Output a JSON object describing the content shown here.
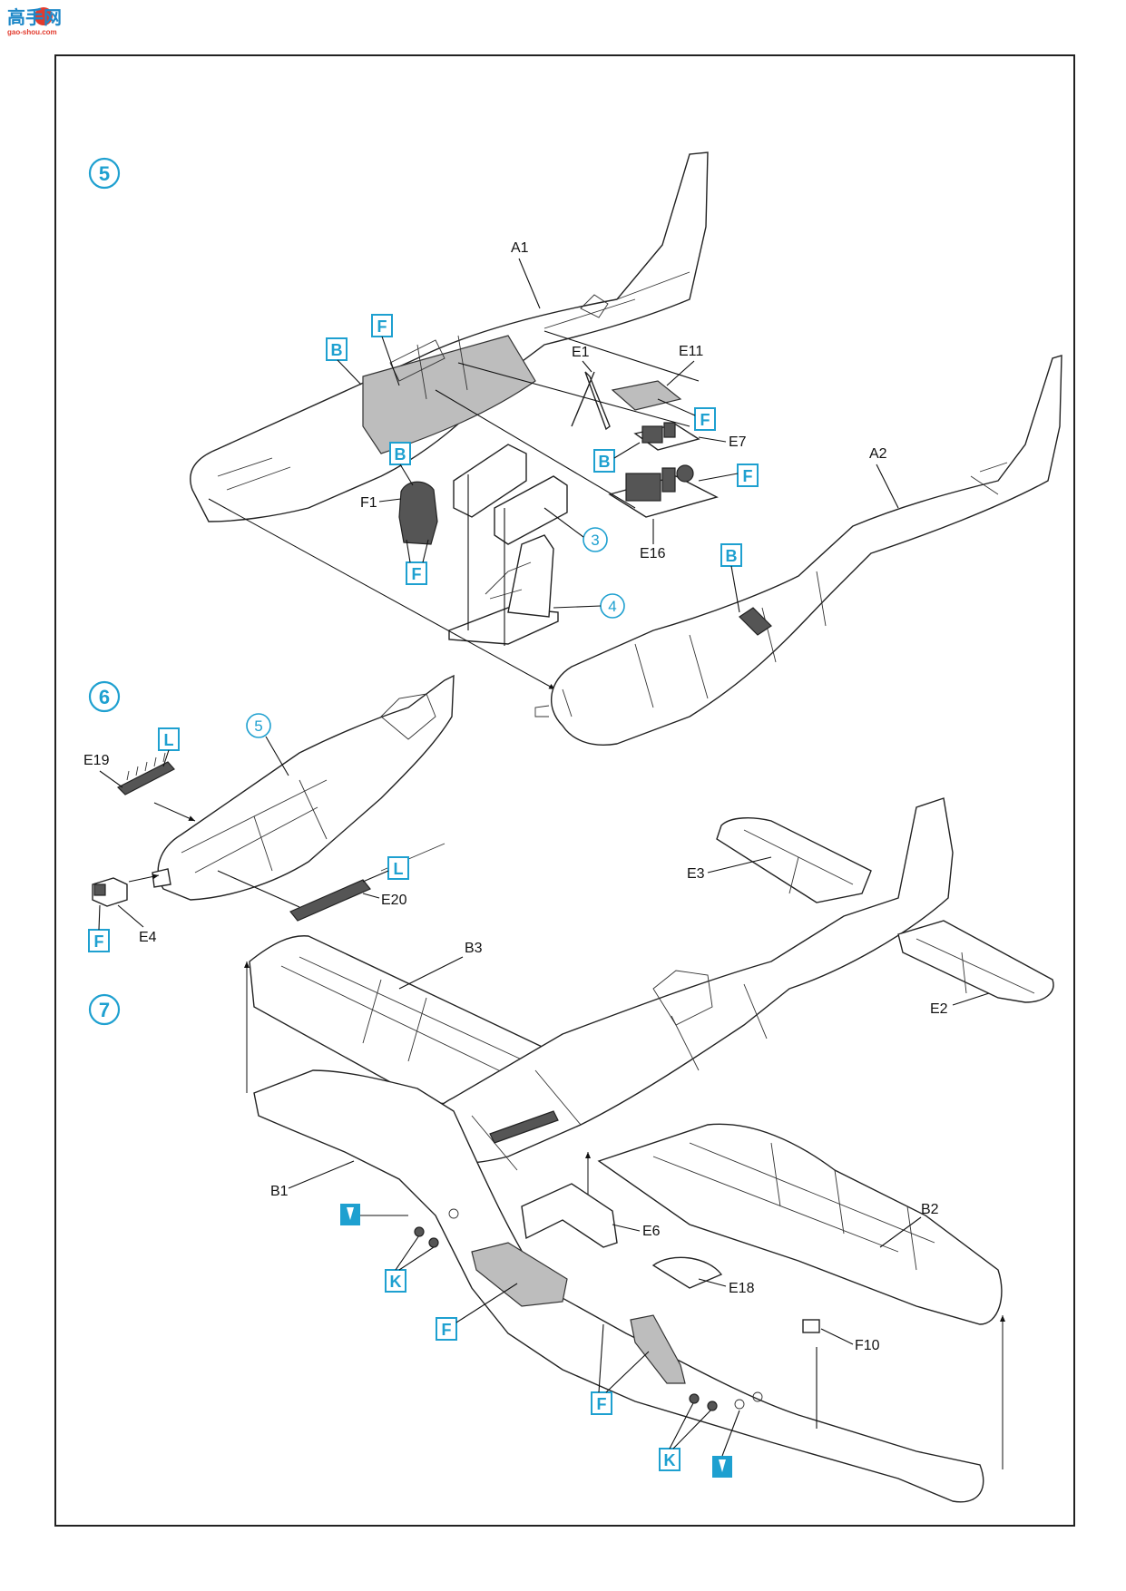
{
  "watermark": {
    "brand": "高手网",
    "url": "gao-shou.com"
  },
  "steps": [
    {
      "id": "step-5",
      "number": "5"
    },
    {
      "id": "step-6",
      "number": "6"
    },
    {
      "id": "step-7",
      "number": "7"
    }
  ],
  "part_labels": {
    "A1": "A1",
    "A2": "A2",
    "E1": "E1",
    "E11": "E11",
    "E7": "E7",
    "E16": "E16",
    "F1": "F1",
    "E19": "E19",
    "E20": "E20",
    "E4": "E4",
    "E3": "E3",
    "E2": "E2",
    "B3": "B3",
    "B1": "B1",
    "B2": "B2",
    "E6": "E6",
    "E18": "E18",
    "F10": "F10"
  },
  "subassembly_refs": {
    "ref3": "3",
    "ref4": "4",
    "ref5": "5"
  },
  "color_codes": {
    "B": "B",
    "F": "F",
    "L": "L",
    "K": "K"
  },
  "colors": {
    "accent": "#1ea0d0",
    "line": "#111111",
    "shade": "#bdbdbd"
  }
}
